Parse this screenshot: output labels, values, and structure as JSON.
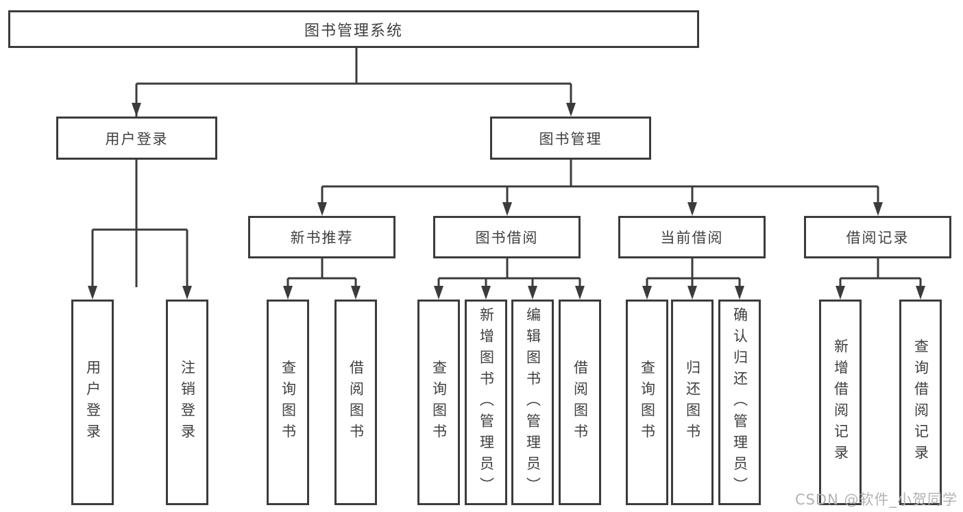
{
  "diagram": {
    "title": "图书管理系统",
    "nodes": {
      "root": "图书管理系统",
      "user_login": "用户登录",
      "book_mgmt": "图书管理",
      "new_book_rec": "新书推荐",
      "book_borrow": "图书借阅",
      "current_borrow": "当前借阅",
      "borrow_records": "借阅记录",
      "leaf_user_login": "用户登录",
      "leaf_logout": "注销登录",
      "leaf_query_book_rec": "查询图书",
      "leaf_borrow_book_rec": "借阅图书",
      "leaf_query_book_borrow": "查询图书",
      "leaf_add_book": "新增图书（管理员）",
      "leaf_edit_book": "编辑图书（管理员）",
      "leaf_borrow_book_borrow": "借阅图书",
      "leaf_query_book_current": "查询图书",
      "leaf_return_book": "归还图书",
      "leaf_confirm_return": "确认归还（管理员）",
      "leaf_add_borrow_record": "新增借阅记录",
      "leaf_query_borrow_record": "查询借阅记录"
    }
  },
  "watermark": "CSDN @软件_小贺同学",
  "colors": {
    "line": "#3b3b3b",
    "text": "#3f3f3f",
    "watermark": "#b2b2b2",
    "background": "#ffffff"
  }
}
